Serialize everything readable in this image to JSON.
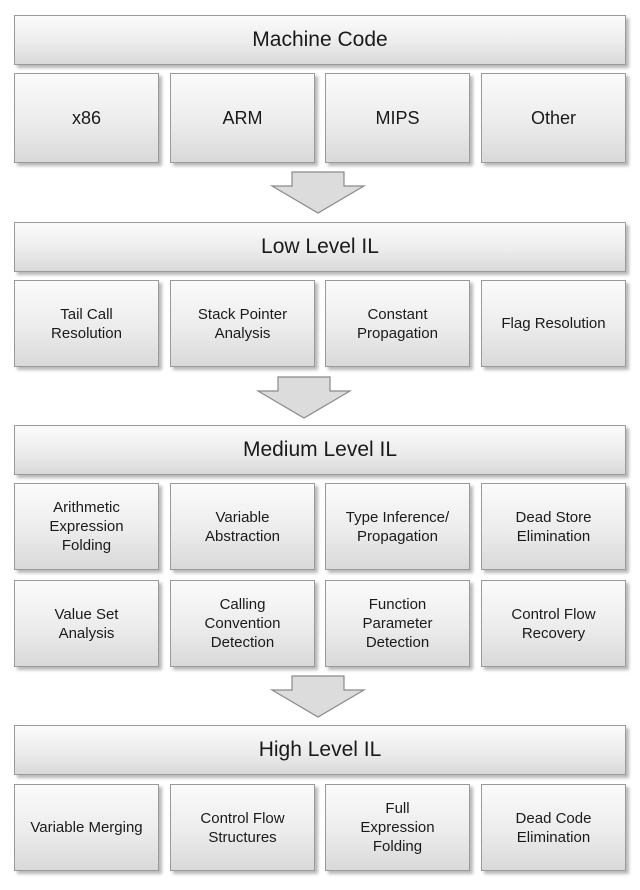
{
  "sections": [
    {
      "title": "Machine Code",
      "rows": [
        [
          "x86",
          "ARM",
          "MIPS",
          "Other"
        ]
      ]
    },
    {
      "title": "Low Level IL",
      "rows": [
        [
          "Tail Call\nResolution",
          "Stack Pointer\nAnalysis",
          "Constant\nPropagation",
          "Flag Resolution"
        ]
      ]
    },
    {
      "title": "Medium Level IL",
      "rows": [
        [
          "Arithmetic\nExpression\nFolding",
          "Variable\nAbstraction",
          "Type Inference/\nPropagation",
          "Dead Store\nElimination"
        ],
        [
          "Value Set\nAnalysis",
          "Calling\nConvention\nDetection",
          "Function\nParameter\nDetection",
          "Control Flow\nRecovery"
        ]
      ]
    },
    {
      "title": "High Level IL",
      "rows": [
        [
          "Variable Merging",
          "Control Flow\nStructures",
          "Full\nExpression\nFolding",
          "Dead Code\nElimination"
        ]
      ]
    }
  ],
  "colors": {
    "box_border": "#9a9a9a",
    "arrow_fill": "#dcdcdc",
    "arrow_stroke": "#8a8a8a"
  }
}
